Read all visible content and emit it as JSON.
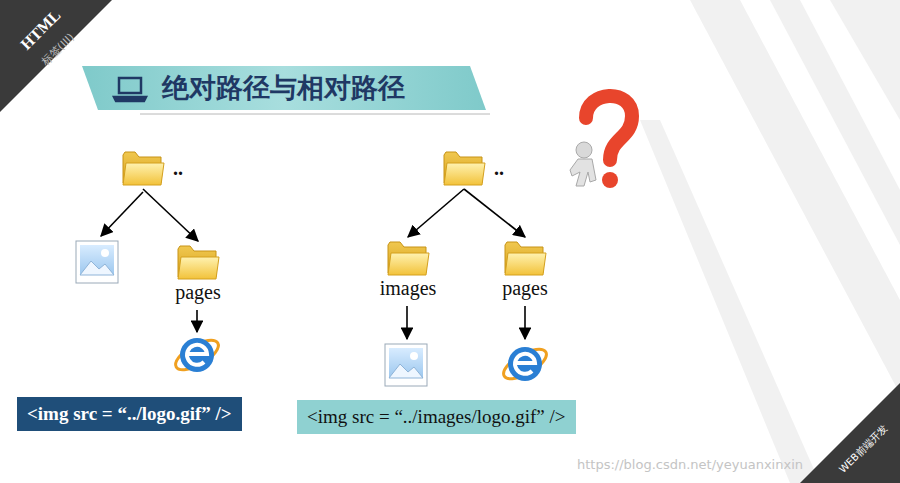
{
  "diagram": {
    "title": "绝对路径与相对路径",
    "nodes": [
      {
        "text": [
          ".."
        ]
      },
      {
        "text": [
          ".."
        ]
      },
      {
        "text": [
          "pages"
        ]
      },
      {
        "text": [
          "images"
        ]
      },
      {
        "text": [
          "pages"
        ]
      },
      {
        "text": [
          "<img src = “../logo.gif” />"
        ]
      },
      {
        "text": [
          "<img src = “../images/logo.gif” />"
        ]
      }
    ],
    "edges": [
      {
        "from": 0,
        "to": 2,
        "arrow": "to"
      },
      {
        "from": 1,
        "to": 3,
        "arrow": "to"
      },
      {
        "from": 1,
        "to": 4,
        "arrow": "to"
      }
    ],
    "labels": [
      "HTML",
      "标签(III)",
      "https://blog.csdn.net/yeyuanxinxin",
      "WEB前端开发"
    ]
  }
}
